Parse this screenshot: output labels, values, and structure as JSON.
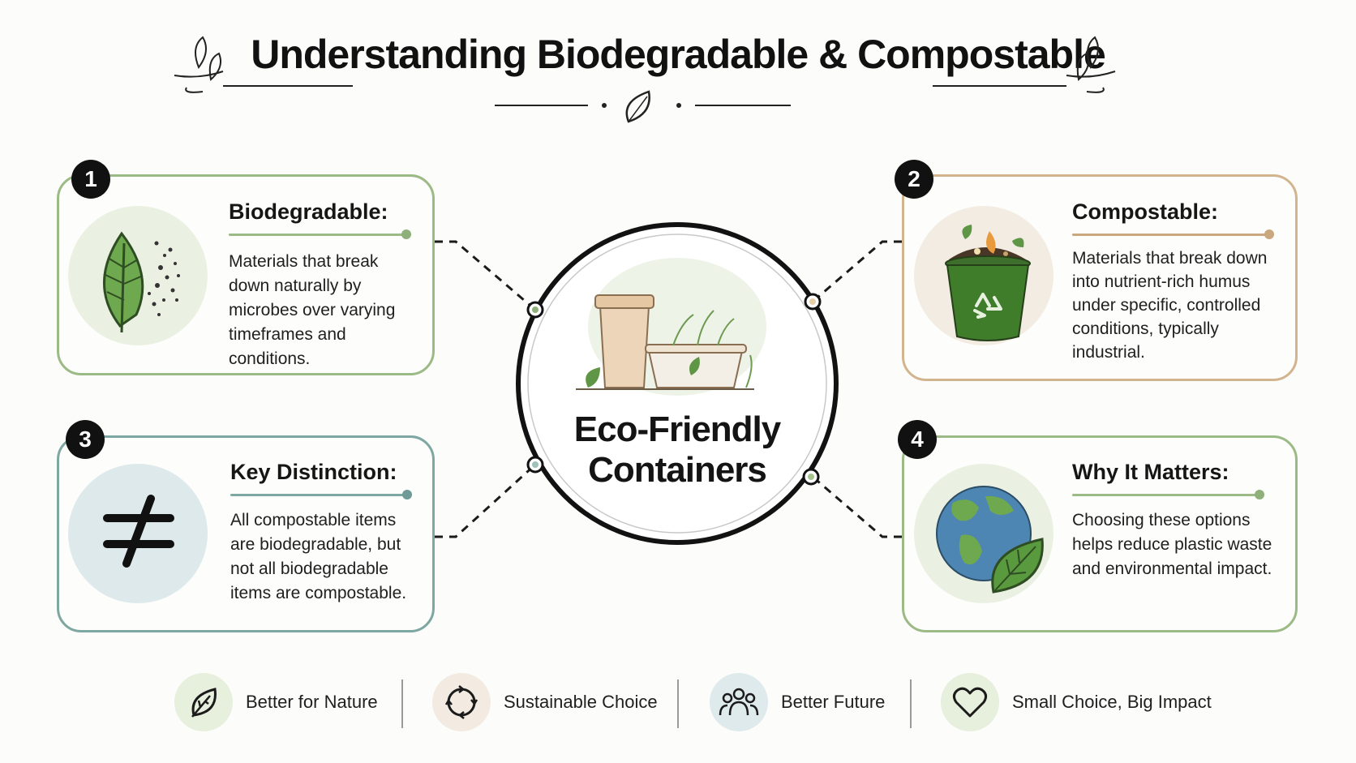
{
  "title": "Understanding Biodegradable & Compostable",
  "center": {
    "label_line1": "Eco-Friendly",
    "label_line2": "Containers"
  },
  "cards": [
    {
      "number": "1",
      "title": "Biodegradable:",
      "body": "Materials that break down naturally by microbes over varying timeframes and conditions.",
      "icon": "leaf-decomposing-icon",
      "accent": "#8fb07a"
    },
    {
      "number": "2",
      "title": "Compostable:",
      "body": "Materials that break down into nutrient-rich humus under specific, controlled conditions, typically industrial.",
      "icon": "compost-bin-icon",
      "accent": "#c9a77f"
    },
    {
      "number": "3",
      "title": "Key Distinction:",
      "body": "All compostable items are biodegradable, but not all biodegradable items are compostable.",
      "icon": "not-equal-icon",
      "accent": "#6f9a95"
    },
    {
      "number": "4",
      "title": "Why It Matters:",
      "body": "Choosing these options helps reduce plastic waste and environmental impact.",
      "icon": "earth-leaf-icon",
      "accent": "#8fb07a"
    }
  ],
  "footer": [
    {
      "label": "Better for Nature",
      "icon": "leaf-icon"
    },
    {
      "label": "Sustainable Choice",
      "icon": "recycle-arrows-icon"
    },
    {
      "label": "Better Future",
      "icon": "people-icon"
    },
    {
      "label": "Small Choice, Big Impact",
      "icon": "heart-icon"
    }
  ],
  "colors": {
    "green": "#8fb07a",
    "tan": "#c9a77f",
    "teal": "#6f9a95",
    "dark": "#111111"
  }
}
